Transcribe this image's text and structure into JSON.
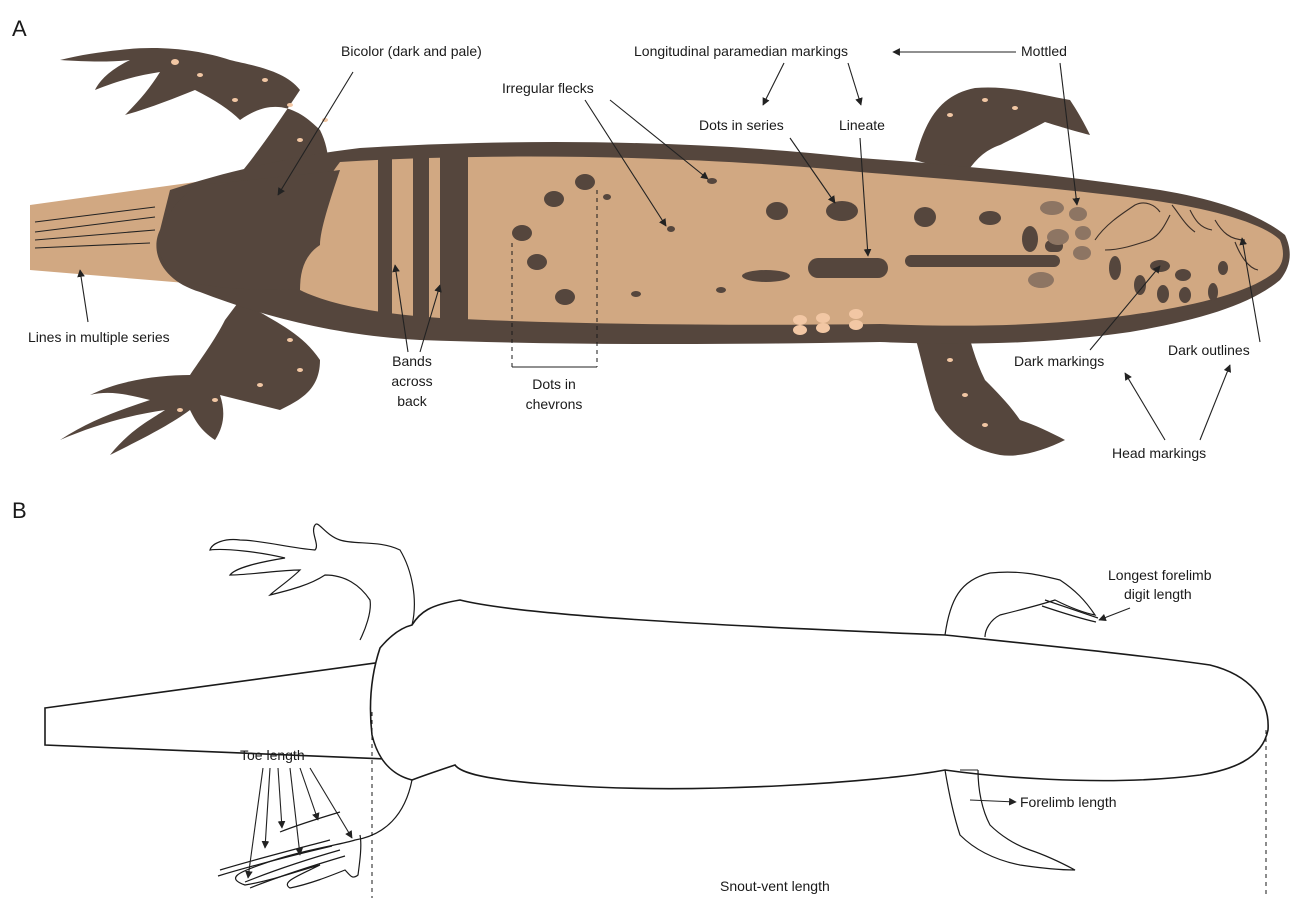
{
  "panel_a": {
    "letter": "A",
    "labels": {
      "bicolor": "Bicolor (dark and pale)",
      "longitudinal": "Longitudinal paramedian markings",
      "mottled": "Mottled",
      "irregular_flecks": "Irregular flecks",
      "dots_in_series": "Dots in series",
      "lineate": "Lineate",
      "lines_multiple_series": "Lines in multiple series",
      "bands_line1": "Bands",
      "bands_line2": "across",
      "bands_line3": "back",
      "dots_chevrons_line1": "Dots in",
      "dots_chevrons_line2": "chevrons",
      "dark_markings": "Dark markings",
      "dark_outlines": "Dark outlines",
      "head_markings": "Head markings"
    }
  },
  "panel_b": {
    "letter": "B",
    "labels": {
      "longest_digit_line1": "Longest forelimb",
      "longest_digit_line2": "digit length",
      "toe_length": "Toe length",
      "forelimb_length": "Forelimb length",
      "snout_vent_length": "Snout-vent length"
    }
  },
  "colors": {
    "dark_brown": "#55463d",
    "pale_tan": "#d1a882",
    "spots": "#f2c7a4",
    "mottle": "#8d7563"
  }
}
